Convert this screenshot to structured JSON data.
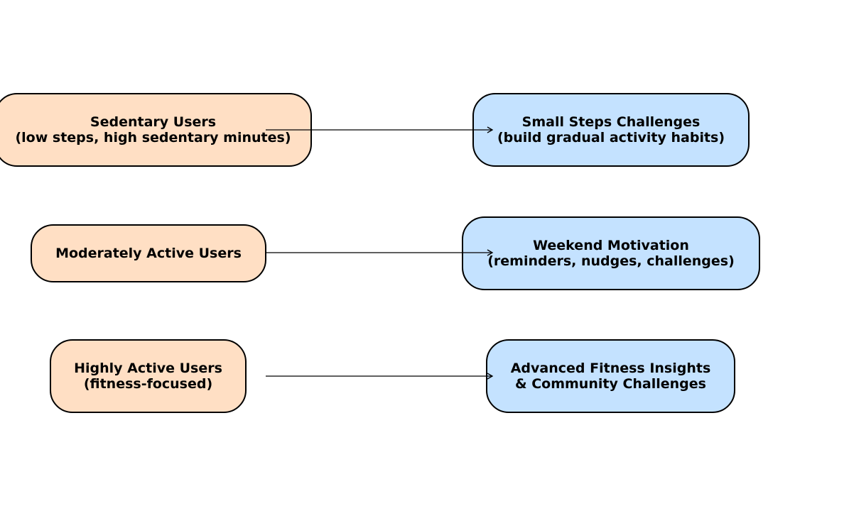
{
  "segments": [
    {
      "line1": "Sedentary Users",
      "line2": "(low steps, high sedentary minutes)"
    },
    {
      "line1": "Moderately Active Users",
      "line2": ""
    },
    {
      "line1": "Highly Active Users",
      "line2": "(fitness-focused)"
    }
  ],
  "strategies": [
    {
      "line1": "Small Steps Challenges",
      "line2": "(build gradual activity habits)"
    },
    {
      "line1": "Weekend Motivation",
      "line2": "(reminders, nudges, challenges)"
    },
    {
      "line1": "Advanced Fitness Insights",
      "line2": "& Community Challenges"
    }
  ],
  "colors": {
    "segment_fill": "#ffdfc4",
    "strategy_fill": "#c4e2ff",
    "border": "#000000"
  }
}
